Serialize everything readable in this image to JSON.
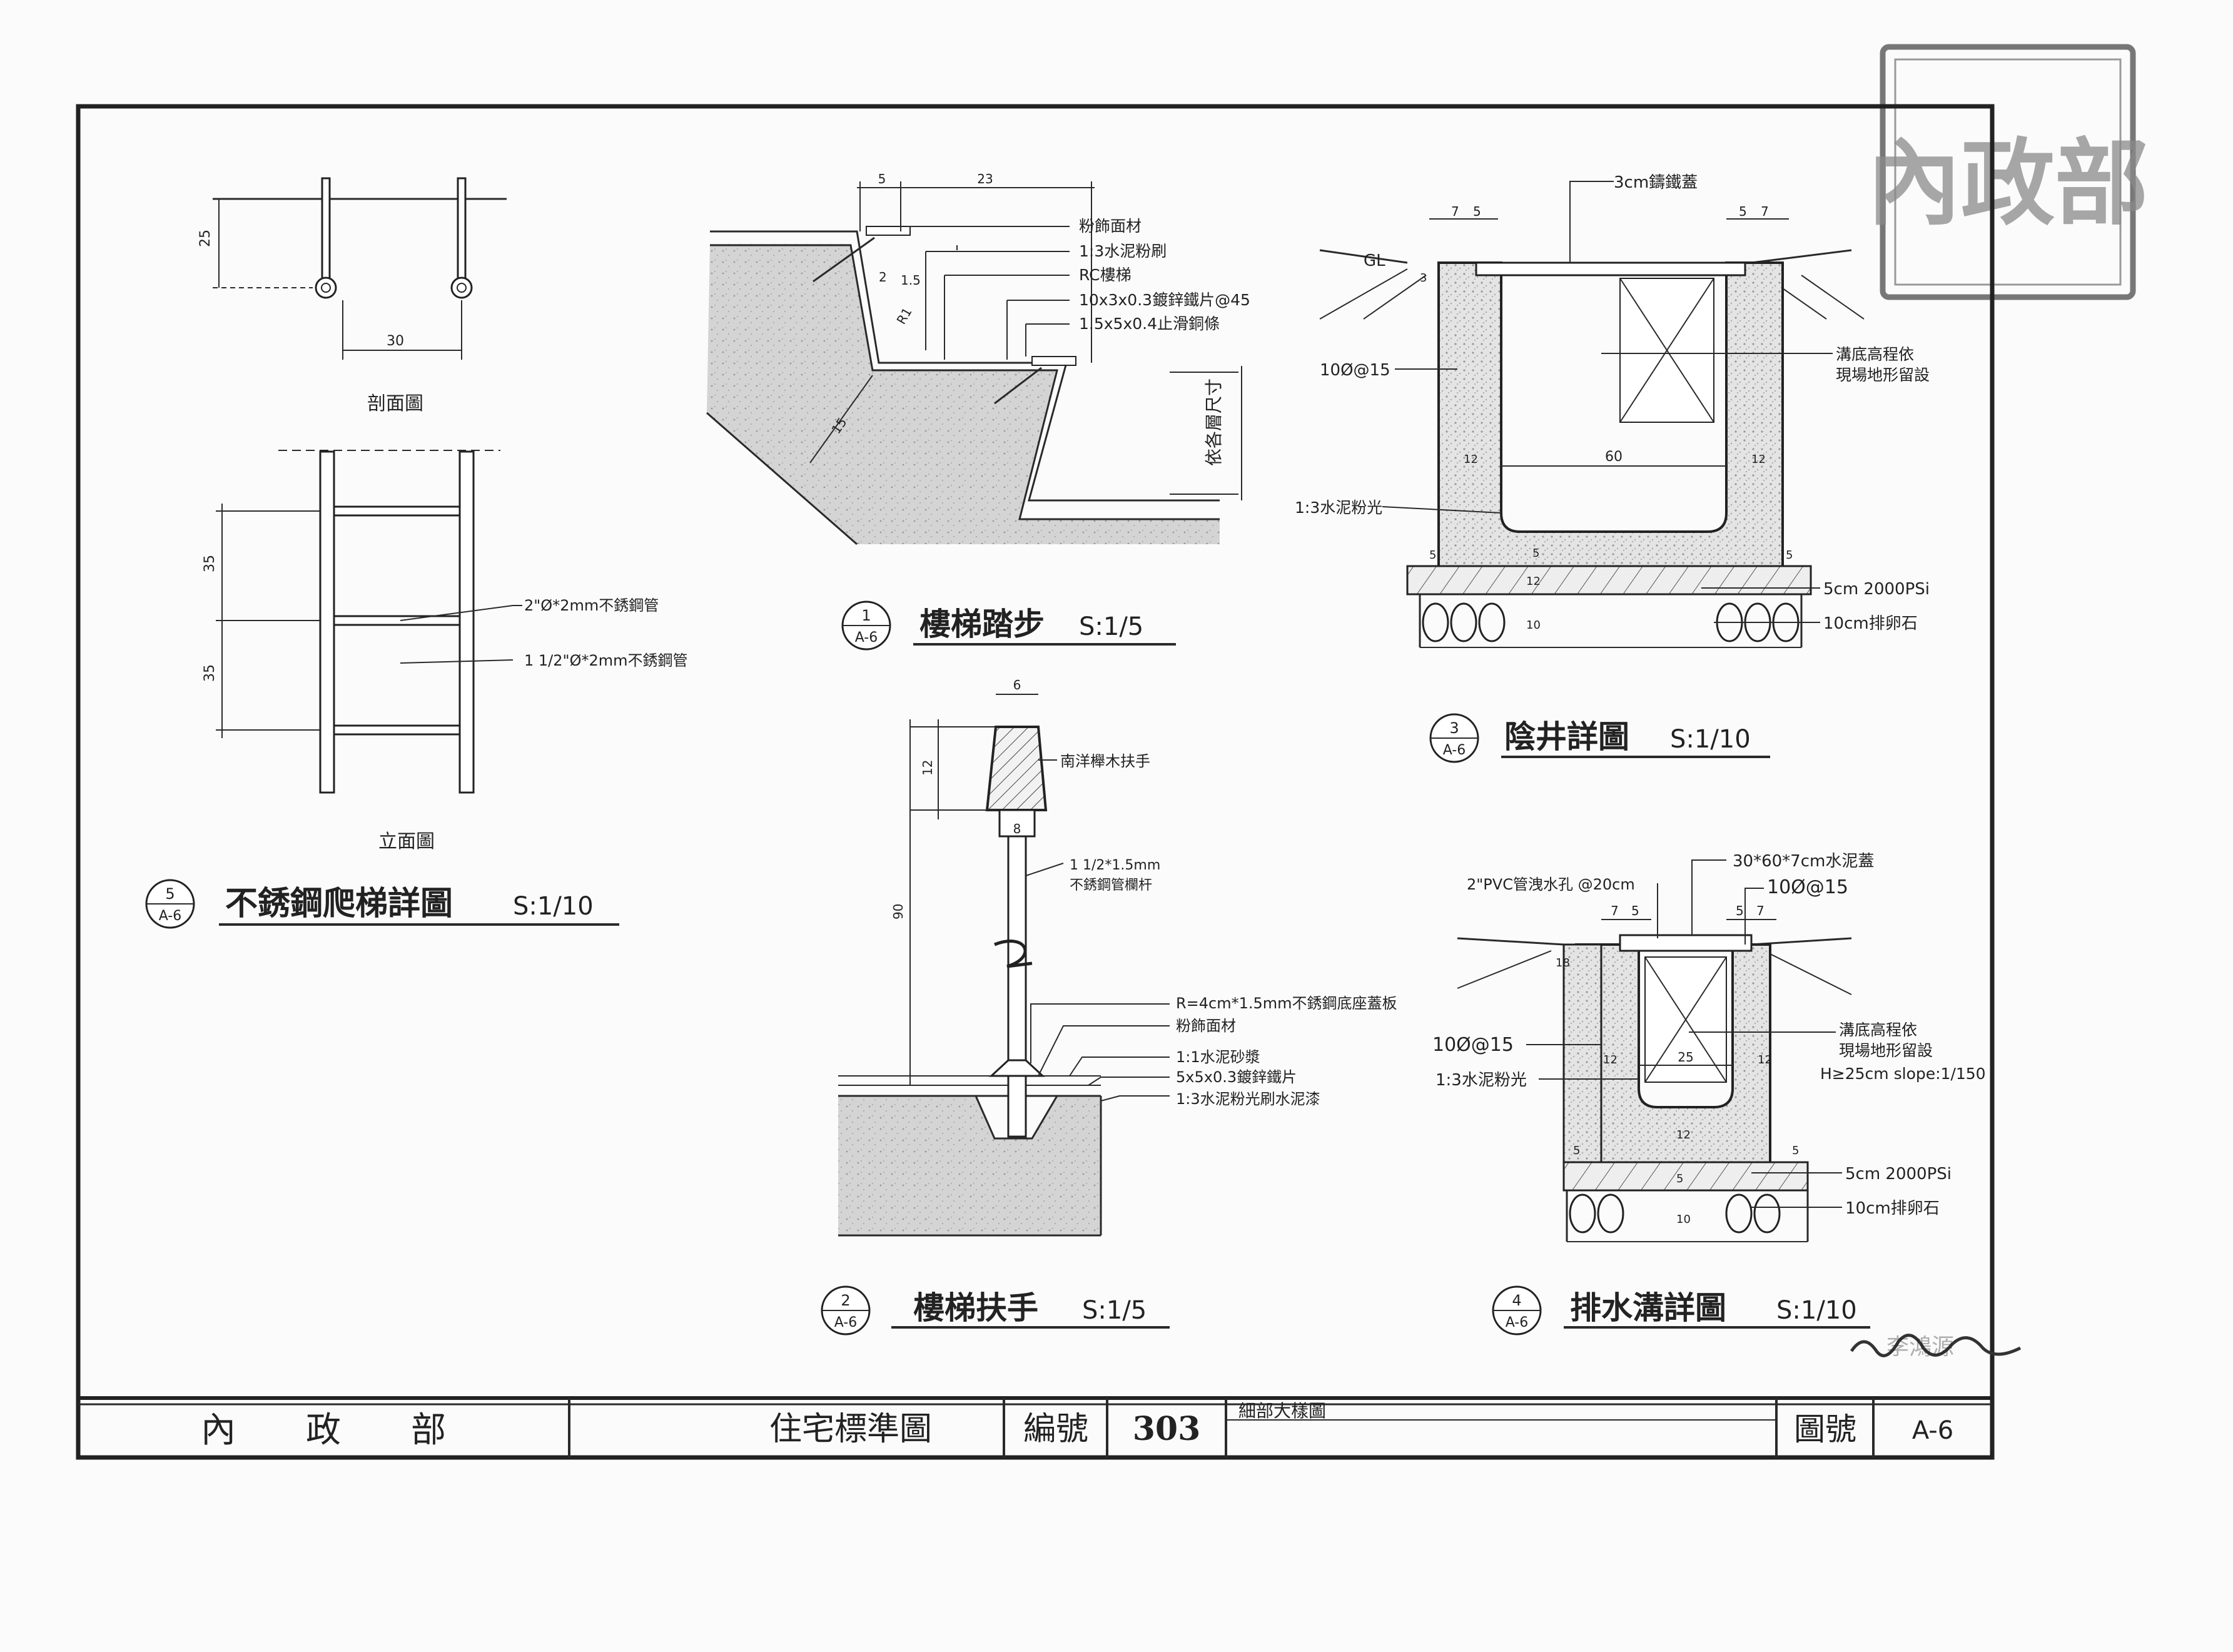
{
  "stamp": {
    "text": "內政部"
  },
  "signature": {
    "text": "李鴻源"
  },
  "title_block": {
    "agency": "內　　政　　部",
    "drawing_set": "住宅標準圖",
    "number_label": "編號",
    "number_value": "303",
    "description": "細部大樣圖",
    "sheet_label": "圖號",
    "sheet_value": "A-6"
  },
  "details": {
    "d1": {
      "num": "1",
      "sheet": "A-6",
      "title": "樓梯踏步",
      "scale": "S:1/5",
      "dims": [
        "5",
        "23",
        "2",
        "1.5",
        "R1",
        "15"
      ],
      "labels": [
        "粉飾面材",
        "1:3水泥粉刷",
        "RC樓梯",
        "10x3x0.3鍍鋅鐵片@45",
        "1.5x5x0.4止滑銅條",
        "依各層尺寸"
      ]
    },
    "d2": {
      "num": "2",
      "sheet": "A-6",
      "title": "樓梯扶手",
      "scale": "S:1/5",
      "dims": [
        "6",
        "12",
        "8",
        "90"
      ],
      "labels": [
        "南洋櫸木扶手",
        "1 1/2*1.5mm",
        "不銹鋼管欄杆",
        "R=4cm*1.5mm不銹鋼底座蓋板",
        "粉飾面材",
        "1:1水泥砂漿",
        "5x5x0.3鍍鋅鐵片",
        "1:3水泥粉光刷水泥漆"
      ]
    },
    "d3": {
      "num": "3",
      "sheet": "A-6",
      "title": "陰井詳圖",
      "scale": "S:1/10",
      "dims": [
        "7",
        "5",
        "5",
        "7",
        "3",
        "12",
        "60",
        "12",
        "5",
        "5",
        "5",
        "12",
        "10"
      ],
      "labels": [
        "3cm鑄鐵蓋",
        "GL",
        "10Ø@15",
        "溝底高程依",
        "現場地形留設",
        "1:3水泥粉光",
        "5cm  2000PSi",
        "10cm排卵石"
      ]
    },
    "d4": {
      "num": "4",
      "sheet": "A-6",
      "title": "排水溝詳圖",
      "scale": "S:1/10",
      "dims": [
        "7",
        "5",
        "5",
        "7",
        "18",
        "12",
        "25",
        "12",
        "5",
        "12",
        "5",
        "5",
        "10"
      ],
      "labels": [
        "30*60*7cm水泥蓋",
        "2\"PVC管洩水孔 @20cm",
        "10Ø@15",
        "10Ø@15",
        "溝底高程依",
        "現場地形留設",
        "H≥25cm  slope:1/150",
        "1:3水泥粉光",
        "5cm  2000PSi",
        "10cm排卵石"
      ]
    },
    "d5": {
      "num": "5",
      "sheet": "A-6",
      "title": "不銹鋼爬梯詳圖",
      "scale": "S:1/10",
      "dims": [
        "25",
        "30",
        "35",
        "35"
      ],
      "labels": [
        "剖面圖",
        "2\"Ø*2mm不銹鋼管",
        "1 1/2\"Ø*2mm不銹鋼管",
        "立面圖"
      ]
    }
  }
}
